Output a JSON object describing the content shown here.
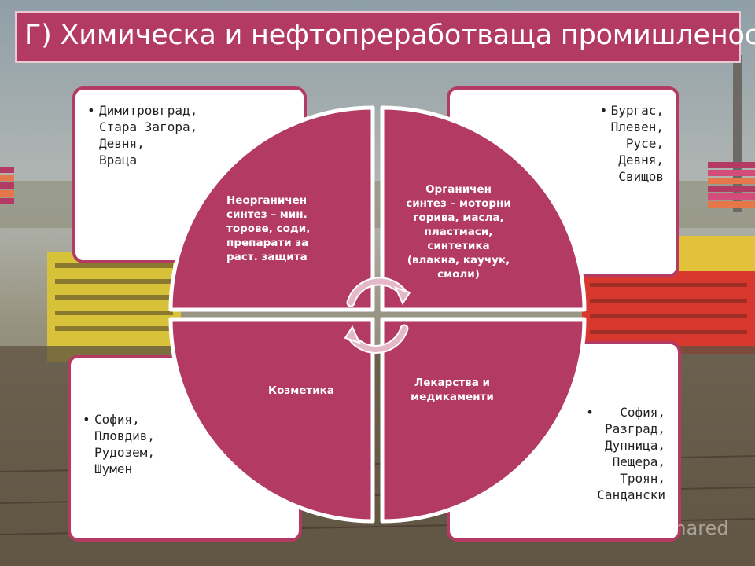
{
  "title": "Г) Химическа и нефтопреработваща промишленост",
  "colors": {
    "accent": "#b23a63",
    "card_bg": "#ffffff",
    "text_dark": "#222222"
  },
  "quadrants": [
    {
      "text": "Неорганичен\nсинтез – мин.\nторове, соди,\nпрепарати за\nраст. защита"
    },
    {
      "text": "Органичен\nсинтез – моторни\nгорива, масла,\nпластмаси,\nсинтетика\n(влакна, каучук,\nсмоли)"
    },
    {
      "text": "Козметика"
    },
    {
      "text": "Лекарства и\nмедикаменти"
    }
  ],
  "cards": [
    {
      "cities": "Димитровград,\nСтара Загора,\nДевня,\nВраца"
    },
    {
      "cities": "Бургас,\nПлевен,\nРусе,\nДевня,\nСвищов"
    },
    {
      "cities": "София,\nПловдив,\nРудозем,\nШумен"
    },
    {
      "cities": "София,\nРазград,\nДупница,\nПещера,\nТроян,\nСандански"
    }
  ],
  "watermark": "MyShared"
}
